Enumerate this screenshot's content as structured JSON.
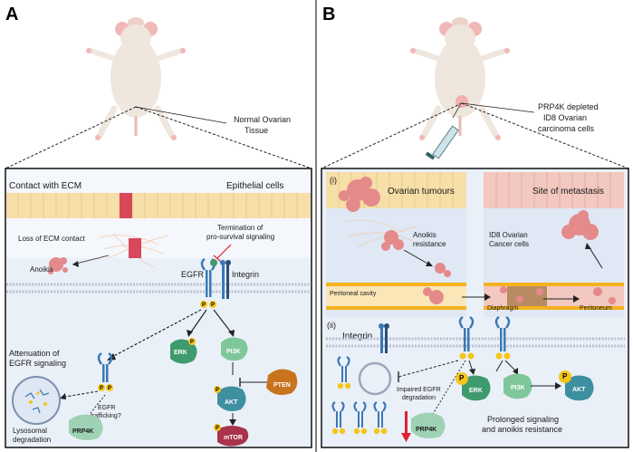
{
  "panel_a": {
    "letter": "A",
    "mouse_label_line1": "Normal Ovarian",
    "mouse_label_line2": "Tissue",
    "box_title_left": "Contact with ECM",
    "box_title_right": "Epithelial cells",
    "loss_ecm": "Loss of ECM contact",
    "termination_line1": "Termination of",
    "termination_line2": "pro-survival signaling",
    "anoikis": "Anoikis",
    "egfr": "EGFR",
    "integrin": "Integrin",
    "attenuation_line1": "Attenuation of",
    "attenuation_line2": "EGFR signaling",
    "erk": "ERK",
    "pi3k": "PI3K",
    "pten": "PTEN",
    "akt": "AKT",
    "mtor": "mTOR",
    "egfr_trafficking_line1": "EGFR",
    "egfr_trafficking_line2": "trafficking?",
    "lysosomal_line1": "Lysosomal",
    "lysosomal_line2": "degradation",
    "prp4k": "PRP4K",
    "p": "P"
  },
  "panel_b": {
    "letter": "B",
    "mouse_label_line1": "PRP4K depleted",
    "mouse_label_line2": "ID8 Ovarian",
    "mouse_label_line3": "carcinoma cells",
    "sub_i": "(i)",
    "sub_ii": "(ii)",
    "ovarian_tumours": "Ovarian tumours",
    "site_of_metastasis": "Site of metastasis",
    "anoikis_resistance_line1": "Anoikis",
    "anoikis_resistance_line2": "resistance",
    "id8_line1": "ID8 Ovarian",
    "id8_line2": "Cancer cells",
    "peritoneal_cavity": "Peritoneal cavity",
    "diaphragm": "Diaphragm",
    "peritoneum": "Peritoneum",
    "integrin": "Integrin",
    "impaired_line1": "Impaired EGFR",
    "impaired_line2": "degradation",
    "erk": "ERK",
    "pi3k": "PI3K",
    "akt": "AKT",
    "prp4k": "PRP4K",
    "prolonged_line1": "Prolonged signaling",
    "prolonged_line2": "and anoikis resistance",
    "p": "P"
  },
  "colors": {
    "epithelium": "#f7dfa8",
    "cell_red": "#d9475a",
    "membrane": "#b8c1d1",
    "erk": "#3f9a6e",
    "pi3k": "#7fc79a",
    "akt": "#3e8fa0",
    "pten": "#c9731f",
    "mtor": "#a8334a",
    "prp4k": "#9fd2b4",
    "receptor": "#3b78b5",
    "phospho": "#f4c51a",
    "tumour": "#e58a8a",
    "cavity": "#f5b11e",
    "panel_bg": "#eaf0f8"
  }
}
